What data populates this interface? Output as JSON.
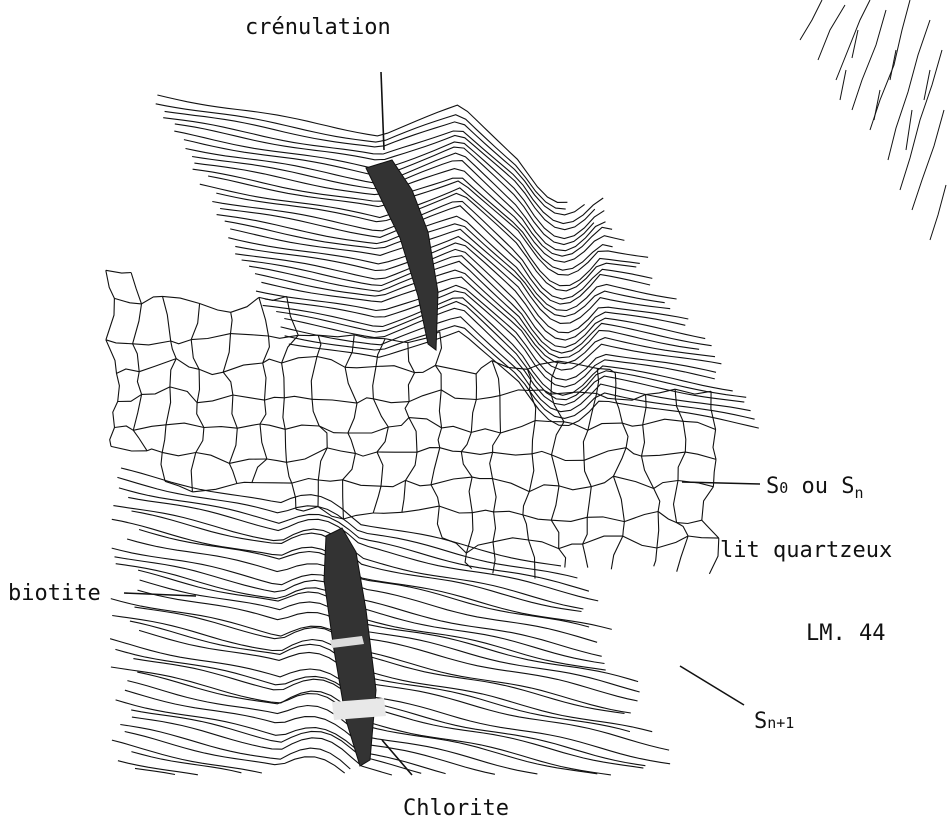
{
  "labels": {
    "crenulation": "crénulation",
    "s0_main": "S",
    "s0_sub": "0",
    "s0_ou": " ou ",
    "sn_main": "S",
    "sn_sub": "n",
    "lit_quartzeux": "lit quartzeux",
    "biotite": "biotite",
    "sample_id": "LM. 44",
    "sn1_main": "S",
    "sn1_sub": "n+1",
    "chlorite": "Chlorite"
  },
  "colors": {
    "ink": "#111111",
    "mineral_fill": "#333333",
    "background": "#ffffff"
  }
}
